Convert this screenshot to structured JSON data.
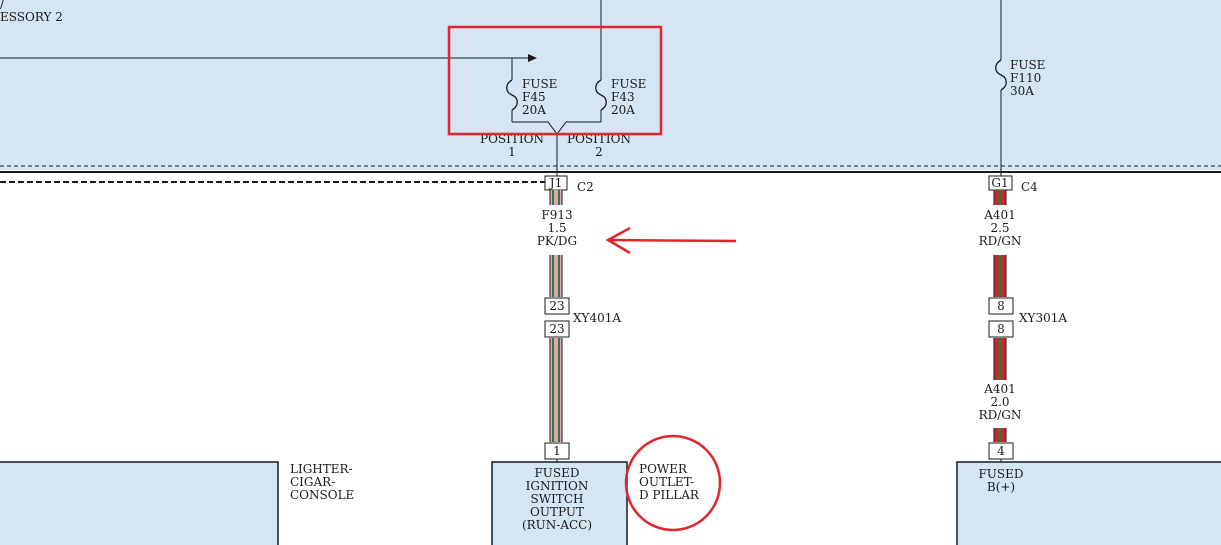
{
  "colors": {
    "panel_bg": "#d4e5f3",
    "line": "#1a1a1a",
    "annotation_red": "#e0262b",
    "wire_pink": "#e8a0b4",
    "wire_green": "#2f7a3a",
    "wire_red": "#d2232a"
  },
  "header": {
    "partial_label": "ESSORY 2",
    "partial_top_char": "/"
  },
  "fuses": {
    "f45": {
      "line1": "FUSE",
      "line2": "F45",
      "line3": "20A"
    },
    "f43": {
      "line1": "FUSE",
      "line2": "F43",
      "line3": "20A"
    },
    "f110": {
      "line1": "FUSE",
      "line2": "F110",
      "line3": "30A"
    }
  },
  "positions": {
    "p1": {
      "line1": "POSITION",
      "line2": "1"
    },
    "p2": {
      "line1": "POSITION",
      "line2": "2"
    }
  },
  "connectors": {
    "j1": {
      "pin": "J1",
      "name": "C2"
    },
    "g1": {
      "pin": "G1",
      "name": "C4"
    },
    "xy401a": {
      "pin_top": "23",
      "pin_bottom": "23",
      "name": "XY401A"
    },
    "xy301a": {
      "pin_top": "8",
      "pin_bottom": "8",
      "name": "XY301A"
    },
    "pin1": {
      "pin": "1"
    },
    "pin4": {
      "pin": "4"
    }
  },
  "wires": {
    "f913": {
      "circuit": "F913",
      "gauge": "1.5",
      "color": "PK/DG"
    },
    "a401_upper": {
      "circuit": "A401",
      "gauge": "2.5",
      "color": "RD/GN"
    },
    "a401_lower": {
      "circuit": "A401",
      "gauge": "2.0",
      "color": "RD/GN"
    }
  },
  "components": {
    "lighter": {
      "line1": "LIGHTER-",
      "line2": "CIGAR-",
      "line3": "CONSOLE"
    },
    "fused_ign": {
      "line1": "FUSED",
      "line2": "IGNITION",
      "line3": "SWITCH",
      "line4": "OUTPUT",
      "line5": "(RUN-ACC)"
    },
    "power_outlet": {
      "line1": "POWER",
      "line2": "OUTLET-",
      "line3": "D PILLAR"
    },
    "fused_b": {
      "line1": "FUSED",
      "line2": "B(+)"
    }
  }
}
